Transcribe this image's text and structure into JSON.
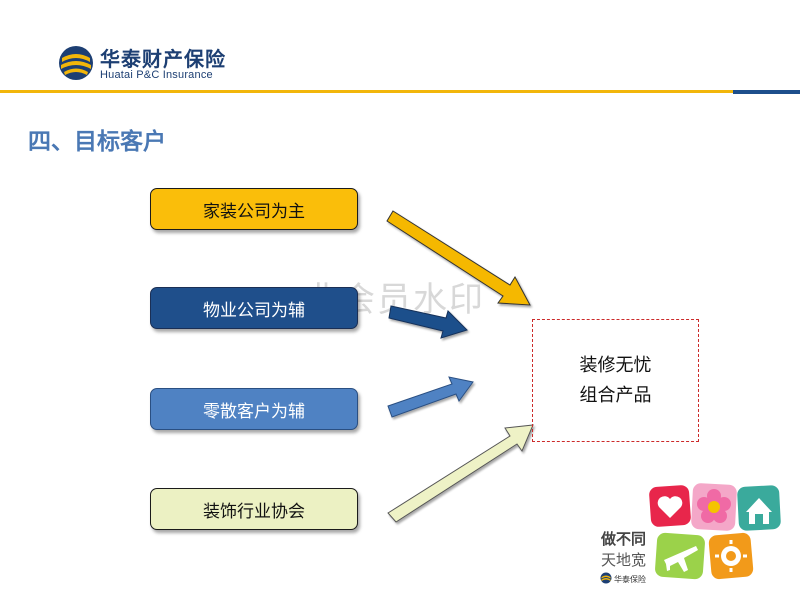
{
  "header": {
    "brand_cn": "华泰财产保险",
    "brand_en": "Huatai P&C Insurance",
    "accent_color": "#f2b60a",
    "brand_color": "#1d4f8c"
  },
  "page_title": "四、目标客户",
  "sources": [
    {
      "label": "家装公司为主",
      "color": "#fabe0a"
    },
    {
      "label": "物业公司为辅",
      "color": "#1f4f8b"
    },
    {
      "label": "零散客户为辅",
      "color": "#4f82c3"
    },
    {
      "label": "装饰行业协会",
      "color": "#ecf1c3"
    }
  ],
  "product": {
    "line1": "装修无忧",
    "line2": "组合产品",
    "border_color": "#cc2a2a"
  },
  "watermark": "非会员水印",
  "footer": {
    "slogan_line1": "做不同",
    "slogan_line2": "天地宽",
    "small_brand": "华泰保险",
    "mosaic_icons": [
      "heart-icon",
      "flower-icon",
      "house-icon",
      "airplane-icon",
      "sun-icon"
    ]
  }
}
